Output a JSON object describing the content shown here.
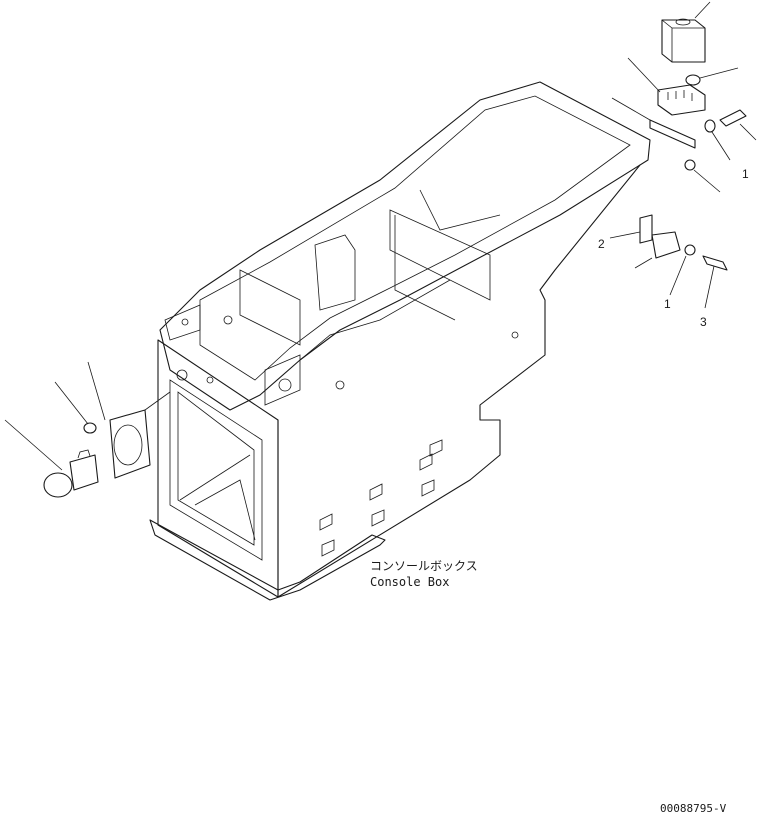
{
  "labels": {
    "console_box_jp": "コンソールボックス",
    "console_box_en": "Console Box",
    "drawing_number": "00088795-V"
  },
  "callouts": [
    "1",
    "2",
    "3",
    "1"
  ]
}
